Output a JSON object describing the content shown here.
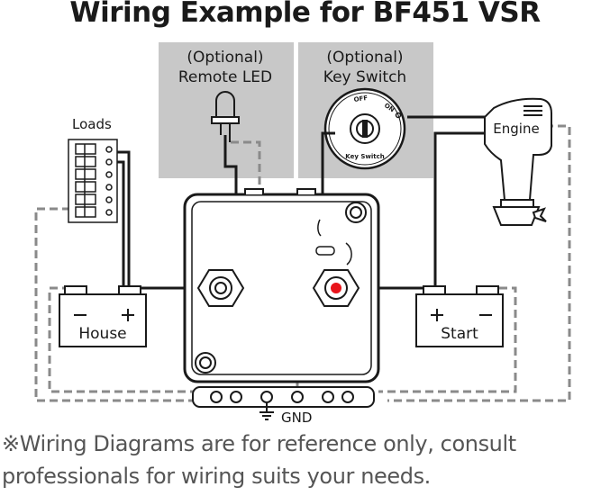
{
  "title": "Wiring Example for BF451 VSR",
  "optional_led": {
    "line1": "(Optional)",
    "line2": "Remote LED"
  },
  "optional_key": {
    "line1": "(Optional)",
    "line2": "Key Switch"
  },
  "key_switch_marks": {
    "off": "OFF",
    "on": "ON",
    "name": "Key Switch"
  },
  "loads_label": "Loads",
  "engine_label": "Engine",
  "house_label": "House",
  "start_label": "Start",
  "gnd_label": "GND",
  "footnote": {
    "line1": "※Wiring Diagrams are for reference only, consult",
    "line2": "professionals for wiring suits your needs."
  },
  "colors": {
    "optional_panel": "#c8c8c8",
    "wire": "#1a1a1a",
    "ground_wire": "#8a8a8a",
    "indicator_led": "#e8141b"
  }
}
